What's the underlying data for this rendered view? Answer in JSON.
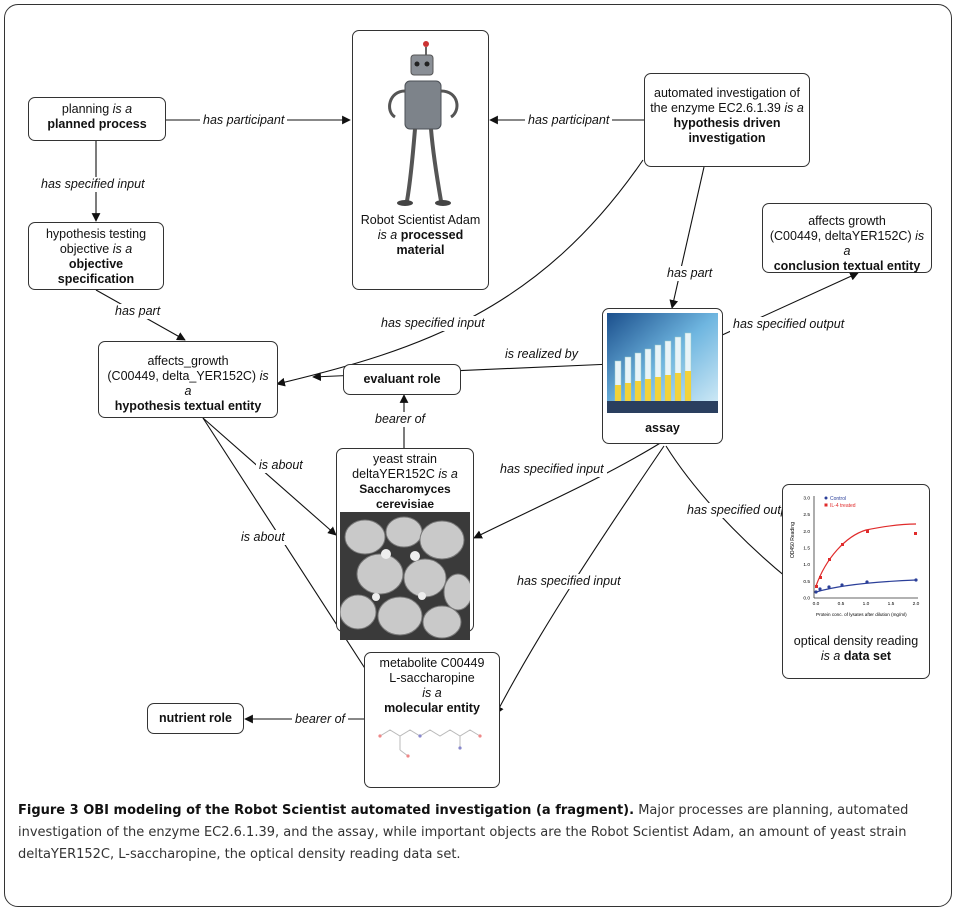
{
  "nodes": {
    "planning": {
      "line1": "planning",
      "rel": "is a",
      "cls": "planned process"
    },
    "hto": {
      "line1": "hypothesis testing",
      "line2": "objective",
      "rel": "is a",
      "cls1": "objective",
      "cls2": "specification"
    },
    "robot": {
      "line1": "Robot Scientist Adam",
      "rel": "is a",
      "cls1": "processed",
      "cls2": "material"
    },
    "auto": {
      "line1": "automated investigation  of",
      "line2": "the enzyme EC2.6.1.39",
      "rel": "is a",
      "cls1": "hypothesis driven",
      "cls2": "investigation"
    },
    "conclusion": {
      "line1": "affects growth",
      "line2": "(C00449, deltaYER152C)",
      "rel": "is a",
      "cls": "conclusion textual entity"
    },
    "hypothesis": {
      "line1": "affects_growth",
      "line2": "(C00449, delta_YER152C)",
      "rel": "is a",
      "cls": "hypothesis textual entity"
    },
    "evaluant": {
      "cls": "evaluant role"
    },
    "assay": {
      "cls": "assay"
    },
    "yeast": {
      "line1": "yeast strain",
      "line2": "deltaYER152C",
      "rel": "is a",
      "cls": "Saccharomyces cerevisiae"
    },
    "dataset": {
      "line1": "optical density reading",
      "rel": "is a",
      "cls": "data set",
      "chart_legend": [
        "Control",
        "IL-4 treated"
      ],
      "chart_ylabel": "OD450 Reading",
      "chart_xlabel": "Protein conc. of lysates after dilution (mg/ml)",
      "chart_yticks": [
        "3.0",
        "2.5",
        "2.0",
        "1.5",
        "1.0",
        "0.5",
        "0.0"
      ],
      "chart_xticks": [
        "0.0",
        "0.5",
        "1.0",
        "1.5",
        "2.0"
      ]
    },
    "metabolite": {
      "line1": "metabolite C00449",
      "line2": "L-saccharopine",
      "rel": "is a",
      "cls": "molecular entity"
    },
    "nutrient": {
      "cls": "nutrient role"
    }
  },
  "edges": {
    "planning_robot": "has participant",
    "auto_robot": "has participant",
    "planning_hto": "has specified input",
    "hto_hypothesis": "has part",
    "auto_assay": "has part",
    "auto_hypothesis": "has specified input",
    "assay_evaluant": "is realized by",
    "assay_conclusion": "has specified output",
    "yeast_evaluant": "bearer of",
    "hyp_yeast": "is about",
    "hyp_metabolite": "is about",
    "assay_yeast": "has specified input",
    "assay_metabolite": "has specified input",
    "assay_dataset": "has specified output",
    "metabolite_nutrient": "bearer of"
  },
  "caption": {
    "title": "Figure 3 OBI modeling of the Robot Scientist automated investigation (a fragment).",
    "text": " Major processes are planning, automated investigation of the enzyme EC2.6.1.39, and the assay, while important objects are the Robot Scientist Adam, an amount of yeast strain deltaYER152C, L-saccharopine, the optical density reading data set."
  },
  "colors": {
    "border": "#333333",
    "control_series": "#2b3f99",
    "treated_series": "#e02b2b"
  }
}
